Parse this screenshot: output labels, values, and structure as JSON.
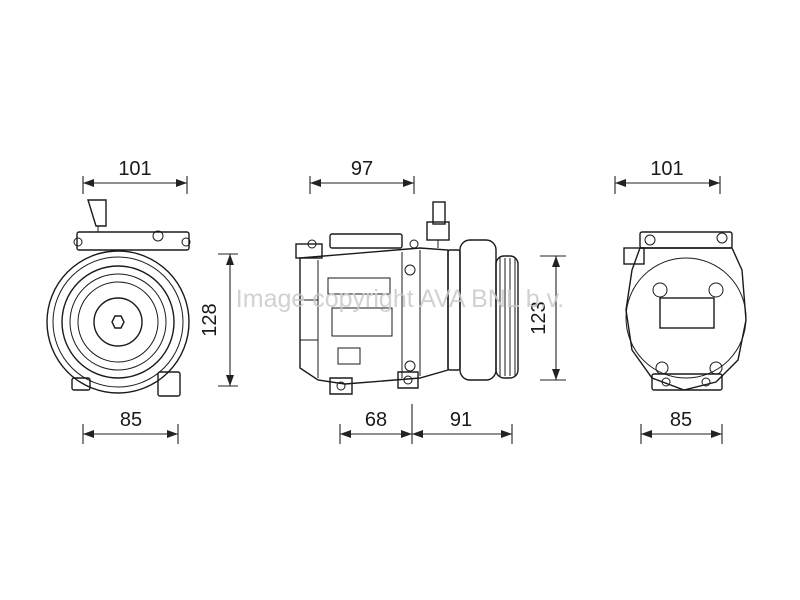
{
  "watermark": "Image copyright AVA BNL b.v.",
  "views": {
    "front": {
      "dim_top": "101",
      "dim_side": "128",
      "dim_bottom": "85"
    },
    "side": {
      "dim_top": "97",
      "dim_side": "123",
      "dim_bottom_left": "68",
      "dim_bottom_right": "91"
    },
    "rear": {
      "dim_top": "101",
      "dim_bottom": "85"
    }
  }
}
